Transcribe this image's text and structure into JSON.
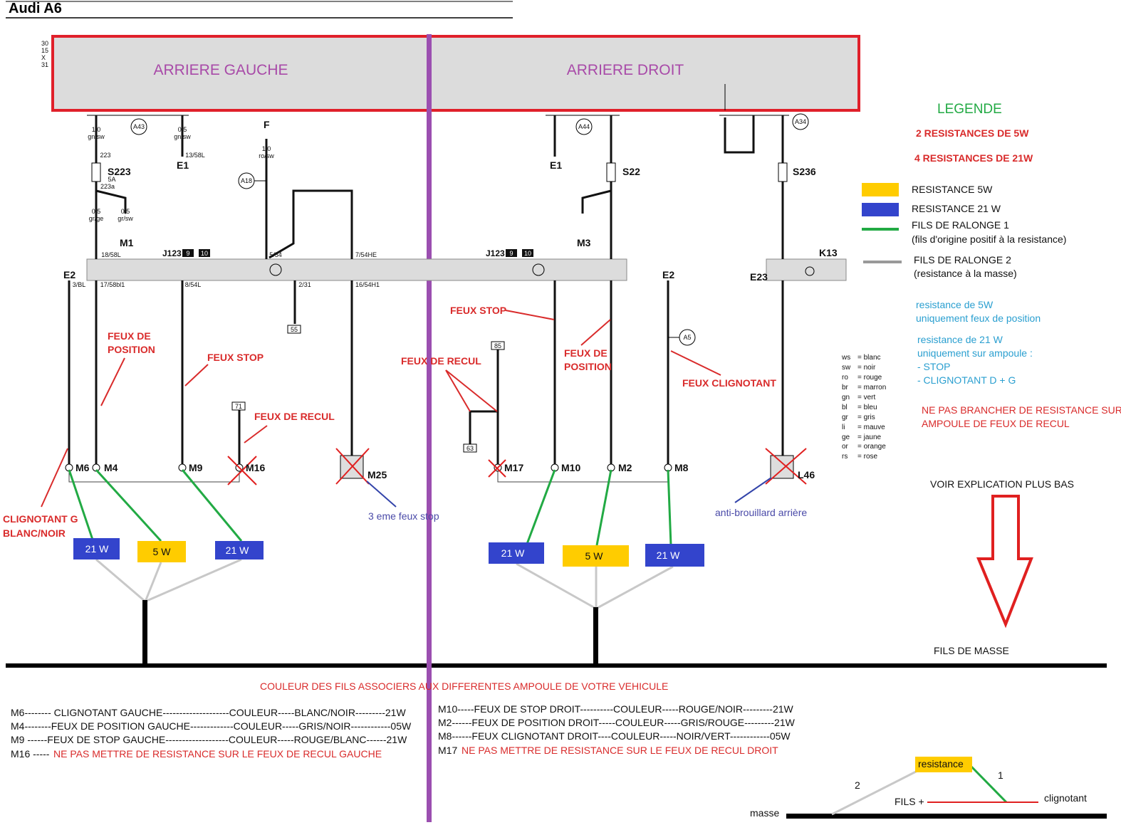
{
  "title": "Audi A6",
  "header": {
    "left": "ARRIERE GAUCHE",
    "right": "ARRIERE DROIT",
    "rail_labels": [
      "30",
      "15",
      "X",
      "31"
    ]
  },
  "legend": {
    "title": "LEGENDE",
    "line1": "2 RESISTANCES DE 5W",
    "line2": "4 RESISTANCES DE 21W",
    "items": [
      {
        "label": "RESISTANCE 5W",
        "color": "#ffcc00"
      },
      {
        "label": "RESISTANCE 21 W",
        "color": "#3344cc"
      },
      {
        "label": "FILS DE RALONGE  1",
        "sub": "(fils d'origine positif à la resistance)",
        "color": "#22aa44"
      },
      {
        "label": "FILS DE RALONGE  2",
        "sub": "(resistance à la masse)",
        "color": "#999999"
      }
    ],
    "note5w": [
      "resistance de 5W",
      "uniquement feux de position"
    ],
    "note21w": [
      "resistance de 21 W",
      "uniquement sur ampoule :",
      "- STOP",
      "- CLIGNOTANT D + G"
    ],
    "warning": [
      "NE PAS BRANCHER DE RESISTANCE SUR",
      "AMPOULE DE FEUX DE RECUL"
    ],
    "see_below": "VOIR EXPLICATION PLUS BAS"
  },
  "colors_key": [
    {
      "code": "ws",
      "name": "= blanc"
    },
    {
      "code": "sw",
      "name": "= noir"
    },
    {
      "code": "ro",
      "name": "= rouge"
    },
    {
      "code": "br",
      "name": "= marron"
    },
    {
      "code": "gn",
      "name": "= vert"
    },
    {
      "code": "bl",
      "name": "= bleu"
    },
    {
      "code": "gr",
      "name": "= gris"
    },
    {
      "code": "li",
      "name": "= mauve"
    },
    {
      "code": "ge",
      "name": "= jaune"
    },
    {
      "code": "or",
      "name": "= orange"
    },
    {
      "code": "rs",
      "name": "= rose"
    }
  ],
  "labels": {
    "feux_position_l": [
      "FEUX DE",
      "POSITION"
    ],
    "feux_stop_l": "FEUX STOP",
    "feux_recul_l": "FEUX DE RECUL",
    "clignotant_g": [
      "CLIGNOTANT G",
      "BLANC/NOIR"
    ],
    "third_stop": "3 eme feux stop",
    "feux_recul_r": "FEUX DE RECUL",
    "feux_stop_r": "FEUX STOP",
    "feux_position_r": [
      "FEUX DE",
      "POSITION"
    ],
    "feux_clignotant_r": "FEUX CLIGNOTANT",
    "anti_brouillard": "anti-brouillard arrière",
    "fils_masse": "FILS DE MASSE"
  },
  "components": {
    "j123": "J123",
    "j9": "9",
    "j10": "10",
    "e2": "E2",
    "e1": "E1",
    "e23": "E23",
    "k13": "K13",
    "f": "F",
    "s223": "S223",
    "s22": "S22",
    "s236": "S236",
    "m6": "M6",
    "m4": "M4",
    "m9": "M9",
    "m16": "M16",
    "m25": "M25",
    "m17": "M17",
    "m10": "M10",
    "m2": "M2",
    "m8": "M8",
    "l46": "L46",
    "m1": "M1",
    "m3": "M3",
    "a43": "A43",
    "a44": "A44",
    "a34": "A34",
    "a18": "A18",
    "a5": "A5"
  },
  "resistors": {
    "l1": "21 W",
    "l2": "5 W",
    "l3": "21 W",
    "r1": "21 W",
    "r2": "5 W",
    "r3": "21 W"
  },
  "wire_labels": [
    [
      "1,0",
      "gn/sw"
    ],
    [
      "0,5",
      "gn/sw"
    ],
    [
      "13/58L"
    ],
    [
      "223"
    ],
    [
      "5A"
    ],
    [
      "223a"
    ],
    [
      "0,5",
      "gr/ge"
    ],
    [
      "0,5",
      "gr/sw"
    ],
    [
      "18/58L"
    ],
    [
      "1,0",
      "ro/sw"
    ],
    [
      "5/54"
    ],
    [
      "7/54HE"
    ],
    [
      "17/58bl1"
    ],
    [
      "8/54L"
    ],
    [
      "2/31"
    ],
    [
      "16/54H1"
    ],
    [
      "3/BL"
    ],
    [
      "55"
    ],
    [
      "85"
    ],
    [
      "71"
    ],
    [
      "63"
    ]
  ],
  "bottom": {
    "heading": "COULEUR DES FILS ASSOCIERS AUX DIFFERENTES AMPOULE DE VOTRE VEHICULE",
    "left": [
      {
        "text": "M6-------- CLIGNOTANT GAUCHE--------------------COULEUR-----BLANC/NOIR---------21W"
      },
      {
        "text": "M4--------FEUX DE POSITION GAUCHE-------------COULEUR-----GRIS/NOIR------------05W"
      },
      {
        "text": "M9 ------FEUX DE STOP GAUCHE-------------------COULEUR-----ROUGE/BLANC------21W"
      }
    ],
    "left_m16_code": "M16 -----",
    "left_m16_note": "NE PAS METTRE DE RESISTANCE SUR LE FEUX DE RECUL GAUCHE",
    "right": [
      {
        "text": "M10-----FEUX DE STOP DROIT----------COULEUR-----ROUGE/NOIR---------21W"
      },
      {
        "text": "M2------FEUX DE POSITION DROIT-----COULEUR-----GRIS/ROUGE---------21W"
      },
      {
        "text": "M8------FEUX CLIGNOTANT DROIT----COULEUR-----NOIR/VERT------------05W"
      }
    ],
    "right_m17_code": "M17",
    "right_m17_note": "NE PAS METTRE DE RESISTANCE SUR LE FEUX DE RECUL DROIT"
  },
  "mini": {
    "resistance": "resistance",
    "n1": "1",
    "n2": "2",
    "fils_plus": "FILS +",
    "clignotant": "clignotant",
    "masse": "masse"
  }
}
